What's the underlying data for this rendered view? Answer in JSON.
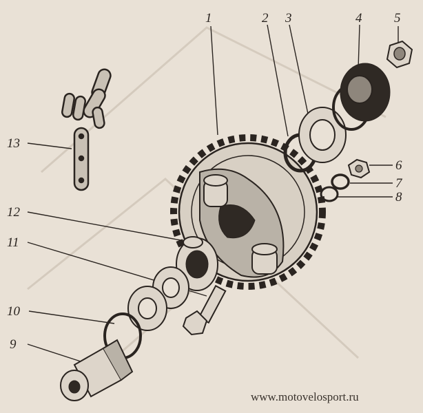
{
  "labels": [
    "1",
    "2",
    "3",
    "4",
    "5",
    "6",
    "7",
    "8",
    "9",
    "10",
    "11",
    "12",
    "13"
  ],
  "watermark": "www.motovelosport.ru"
}
